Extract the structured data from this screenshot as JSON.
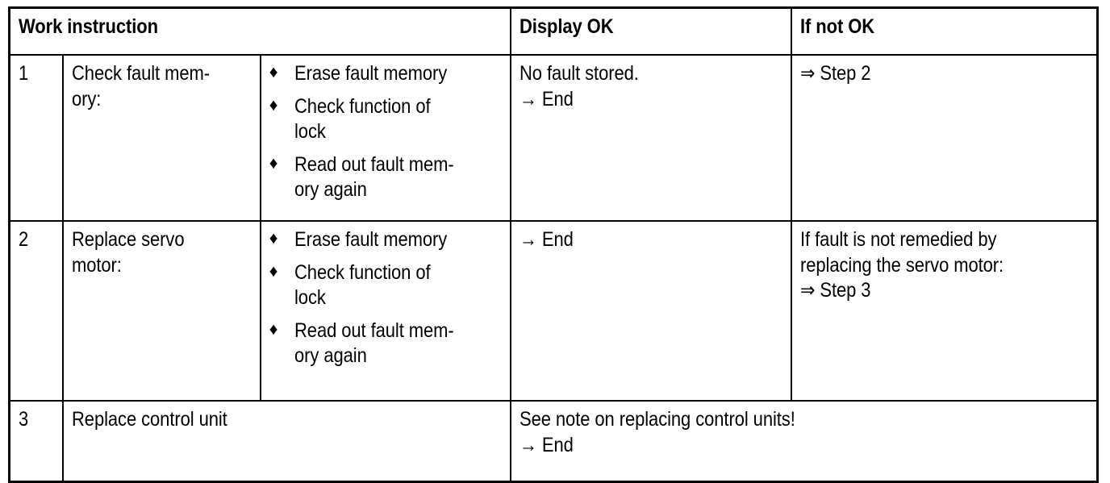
{
  "table": {
    "header": {
      "work_instruction": "Work instruction",
      "display_ok": "Display OK",
      "if_not_ok": "If not OK"
    },
    "bullet_glyph": "♦",
    "arrow_single": "→",
    "arrow_double": "⇒",
    "rows": [
      {
        "number": "1",
        "task": "Check fault mem-\nory:",
        "bullets": [
          "Erase fault memory",
          "Check function of\nlock",
          "Read out fault mem-\nory again"
        ],
        "display_ok": "No fault stored.\n→ End",
        "if_not_ok": "⇒ Step 2"
      },
      {
        "number": "2",
        "task": "Replace servo\nmotor:",
        "bullets": [
          "Erase fault memory",
          "Check function of\nlock",
          "Read out fault mem-\nory again"
        ],
        "display_ok": "→ End",
        "if_not_ok": "If fault is not remedied by\nreplacing the servo motor:\n⇒ Step 3"
      },
      {
        "number": "3",
        "task": "Replace control unit",
        "bullets": [],
        "display_ok": "See note on replacing control units!\n→ End",
        "if_not_ok": ""
      }
    ]
  },
  "colors": {
    "border": "#000000",
    "text": "#000000",
    "background": "#ffffff"
  }
}
